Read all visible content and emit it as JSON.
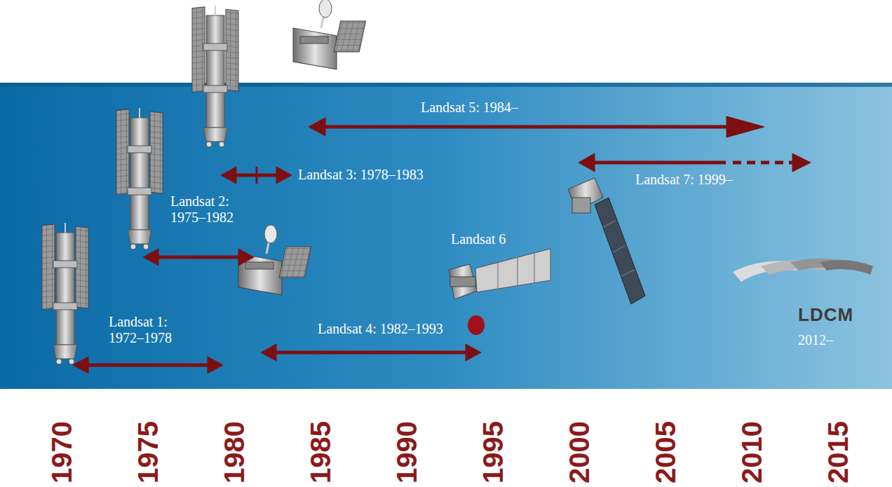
{
  "diagram": {
    "labels": [
      "Landsat 5: 1984–",
      "Landsat 3: 1978–1983",
      "Landsat 7: 1999–",
      "Landsat 2: 1975–1982",
      "Landsat 6",
      "LDCM",
      "Landsat 1: 1972–1978",
      "Landsat 4: 1982–1993",
      "2012–",
      "1970",
      "1975",
      "1980",
      "1985",
      "1990",
      "1995",
      "2000",
      "2005",
      "2010",
      "2015"
    ]
  }
}
